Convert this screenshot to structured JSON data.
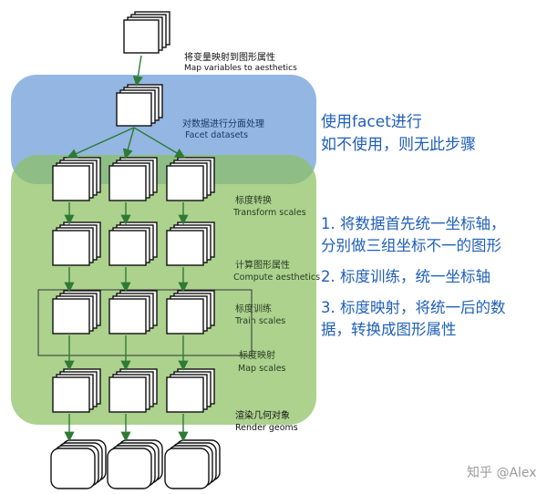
{
  "stage_labels": [
    {
      "id": "map-variables",
      "zh": "将变量映射到图形属性",
      "en": "Map variables to aesthetics"
    },
    {
      "id": "facet-datasets",
      "zh": "对数据进行分面处理",
      "en": "Facet datasets"
    },
    {
      "id": "transform-scales",
      "zh": "标度转换",
      "en": "Transform scales"
    },
    {
      "id": "compute-aesthetics",
      "zh": "计算图形属性",
      "en": "Compute aesthetics"
    },
    {
      "id": "train-scales",
      "zh": "标度训练",
      "en": "Train scales"
    },
    {
      "id": "map-scales",
      "zh": "标度映射",
      "en": "Map scales"
    },
    {
      "id": "render-geoms",
      "zh": "渲染几何对象",
      "en": "Render geoms"
    }
  ],
  "facet_note": {
    "line1": "使用facet进行",
    "line2": "如不使用，则无此步骤"
  },
  "steps": [
    {
      "lines": [
        "1. 将数据首先统一坐标轴，",
        "分别做三组坐标不一的图形"
      ]
    },
    {
      "lines": [
        "2. 标度训练，统一坐标轴"
      ]
    },
    {
      "lines": [
        "3. 标度映射，将统一后的数",
        "据，转换成图形属性"
      ]
    }
  ],
  "watermark": "知乎 @Alex",
  "colors": {
    "facet_region": "#6f9fd8",
    "pipeline_region": "#8cc063",
    "note_text": "#1f5fb8",
    "arrow": "#2f7a35",
    "box_stroke": "#111111"
  }
}
